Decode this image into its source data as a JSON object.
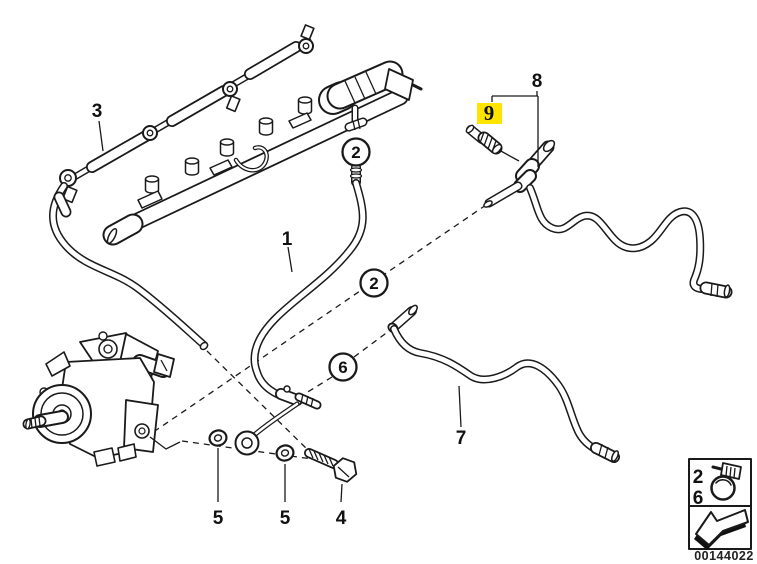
{
  "colors": {
    "background": "#FFFFFF",
    "line": "#1A1A1A",
    "highlight_bg": "#FFE400",
    "highlight_text": "#101010"
  },
  "callouts": {
    "part1": "1",
    "part2a": "2",
    "part2b": "2",
    "part3": "3",
    "part4": "4",
    "part5a": "5",
    "part5b": "5",
    "part6": "6",
    "part7": "7",
    "part8": "8",
    "part9": "9"
  },
  "legend": {
    "row_2": "2",
    "row_6": "6",
    "icons": [
      "hose-clamp-icon",
      "direction-arrow-icon"
    ]
  },
  "footer": {
    "image_number": "00144022"
  }
}
